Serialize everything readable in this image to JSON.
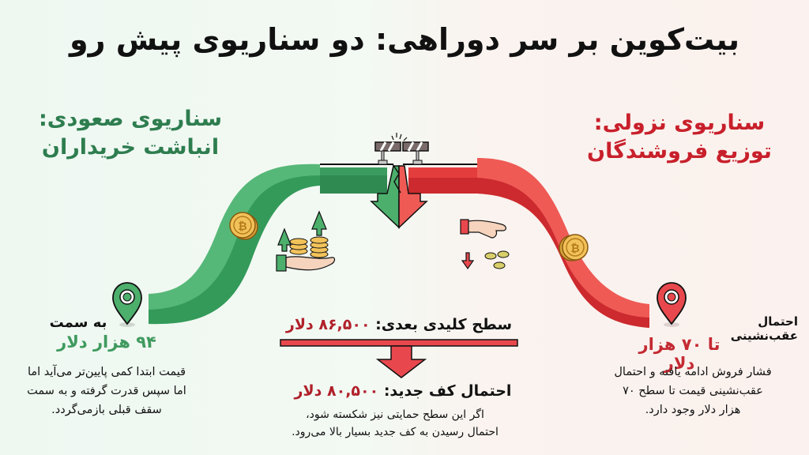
{
  "title": "بیت‌کوین بر سر دوراهی: دو سناریوی پیش رو",
  "colors": {
    "bullish": "#4cae6e",
    "bullish_dark": "#2e7d4f",
    "bearish": "#e8484d",
    "bearish_dark": "#c8202b",
    "value_red": "#b0202a",
    "coin": "#e9b84a"
  },
  "bullish": {
    "title_line1": "سناریوی صعودی:",
    "title_line2": "انباشت خریداران",
    "target_label": "به سمت",
    "target_value": "۹۴ هزار دلار",
    "description_lines": [
      "قیمت ابتدا کمی پایین‌تر می‌آید اما",
      "اما سپس قدرت گرفته و به سمت",
      "سقف قبلی بازمی‌گردد."
    ],
    "icon": "hand-coins-up-icon"
  },
  "bearish": {
    "title_line1": "سناریوی نزولی:",
    "title_line2": "توزیع فروشندگان",
    "target_label": "احتمال عقب‌نشینی",
    "target_value": "تا ۷۰ هزار دلار",
    "description_lines": [
      "فشار فروش ادامه یافته و احتمال",
      "عقب‌نشینی قیمت تا سطح ۷۰",
      "هزار دلار وجود دارد."
    ],
    "icon": "hand-dropping-coins-icon"
  },
  "middle": {
    "key_level_label": "سطح کلیدی بعدی:",
    "key_level_value": "۸۶,۵۰۰ دلار",
    "floor_label": "احتمال کف جدید:",
    "floor_value": "۸۰,۵۰۰ دلار",
    "description_lines": [
      "اگر این سطح حمایتی نیز شکسته شود،",
      "احتمال رسیدن به کف جدید بسیار بالا می‌رود."
    ],
    "icon": "broken-barrier-icon"
  }
}
